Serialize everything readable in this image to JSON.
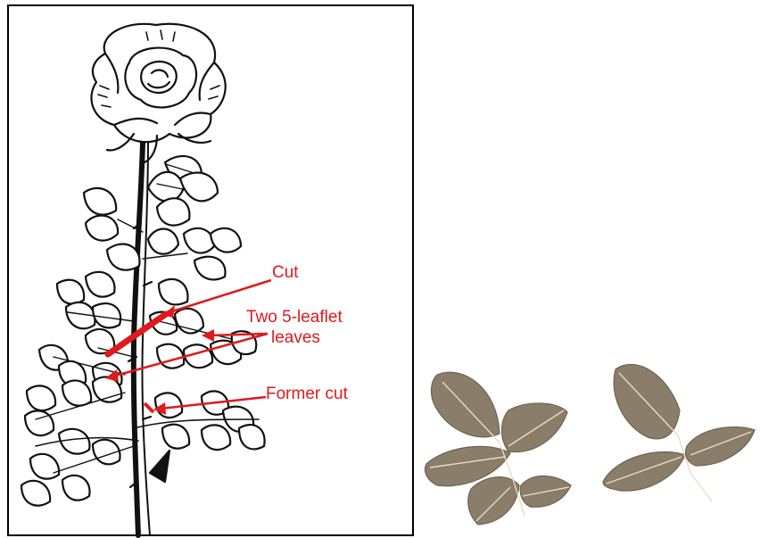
{
  "annotations": {
    "cut": "Cut",
    "two_leaflet_line1": "Two 5-leaflet",
    "two_leaflet_line2": "leaves",
    "former_cut": "Former cut"
  },
  "colors": {
    "annotation": "#e0191c",
    "ink": "#111111",
    "leaf_fill": "#8a7d6a",
    "leaf_vein": "#e8dcc4",
    "frame": "#000000"
  },
  "icons": [
    "rose-drawing",
    "five-leaflet-leaf-photo",
    "three-leaflet-leaf-photo"
  ]
}
